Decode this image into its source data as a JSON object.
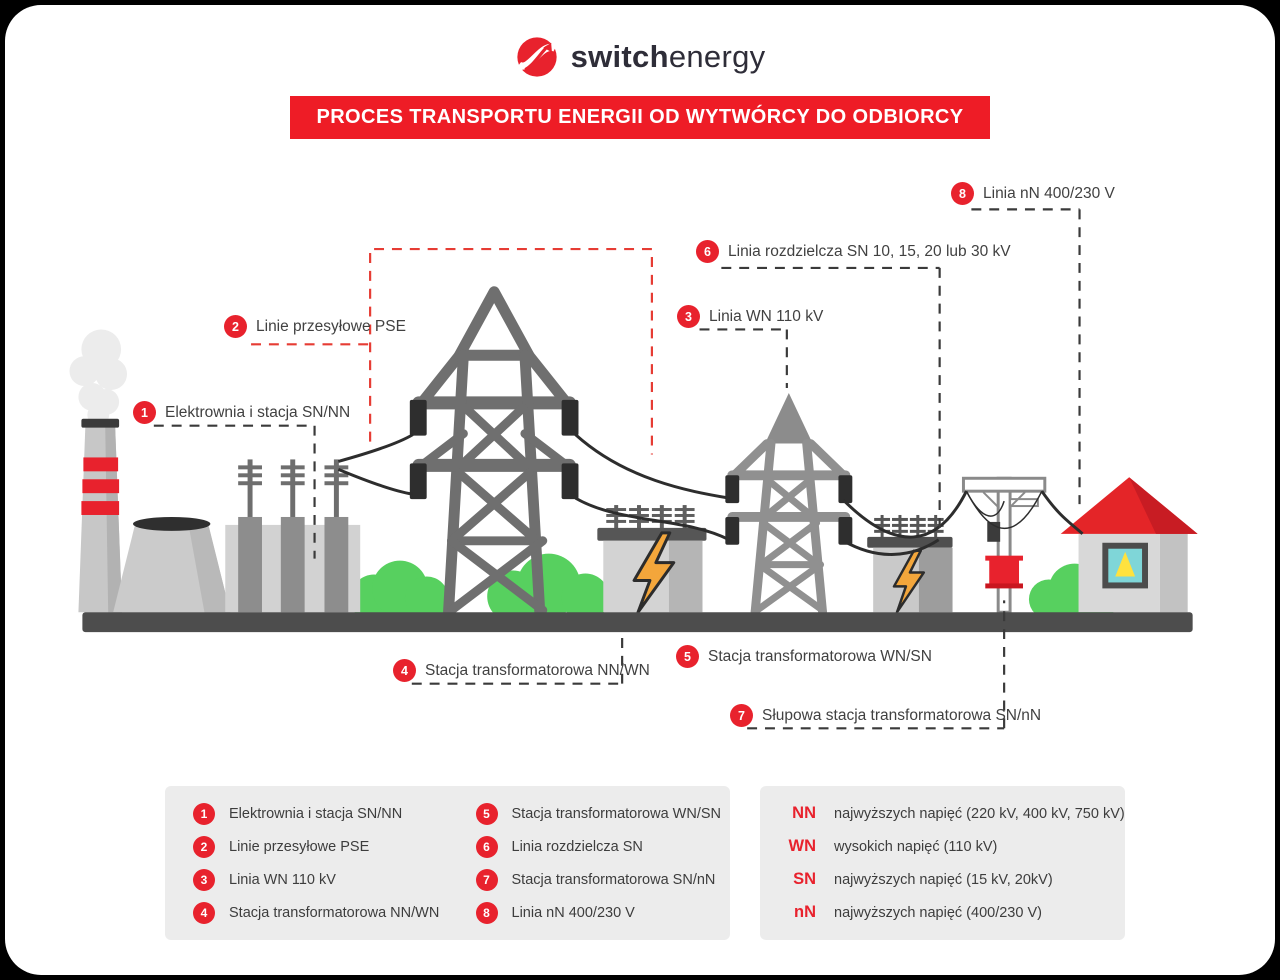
{
  "brand": {
    "logo_icon": "s-swirl-arrow-icon",
    "name_bold": "switch",
    "name_light": "energy"
  },
  "banner": {
    "title": "PROCES TRANSPORTU ENERGII OD WYTWÓRCY DO ODBIORCY"
  },
  "callouts": [
    {
      "num": "1",
      "label": "Elektrownia i stacja SN/NN"
    },
    {
      "num": "2",
      "label": "Linie przesyłowe PSE"
    },
    {
      "num": "3",
      "label": "Linia WN 110 kV"
    },
    {
      "num": "4",
      "label": "Stacja transformatorowa NN/WN"
    },
    {
      "num": "5",
      "label": "Stacja transformatorowa WN/SN"
    },
    {
      "num": "6",
      "label": "Linia rozdzielcza SN 10, 15, 20 lub 30 kV"
    },
    {
      "num": "7",
      "label": "Słupowa stacja transformatorowa SN/nN"
    },
    {
      "num": "8",
      "label": "Linia nN 400/230 V"
    }
  ],
  "legend": {
    "items": [
      {
        "num": "1",
        "label": "Elektrownia i stacja SN/NN"
      },
      {
        "num": "2",
        "label": "Linie przesyłowe PSE"
      },
      {
        "num": "3",
        "label": "Linia WN 110 kV"
      },
      {
        "num": "4",
        "label": "Stacja transformatorowa NN/WN"
      },
      {
        "num": "5",
        "label": "Stacja transformatorowa WN/SN"
      },
      {
        "num": "6",
        "label": "Linia rozdzielcza SN"
      },
      {
        "num": "7",
        "label": "Stacja transformatorowa SN/nN"
      },
      {
        "num": "8",
        "label": "Linia nN 400/230 V"
      }
    ]
  },
  "abbreviations": [
    {
      "abbr": "NN",
      "desc": "najwyższych napięć (220 kV, 400 kV, 750 kV)"
    },
    {
      "abbr": "WN",
      "desc": "wysokich napięć (110 kV)"
    },
    {
      "abbr": "SN",
      "desc": "najwyższych napięć (15 kV, 20kV)"
    },
    {
      "abbr": "nN",
      "desc": "najwyższych napięć (400/230 V)"
    }
  ],
  "colors": {
    "accent_red": "#e8222d",
    "banner_red": "#ee1c26",
    "dash_red": "#e63c34",
    "dash_black": "#3a3a3a",
    "ground_gray": "#4d4d4d",
    "pylon_gray_large": "#6f6f6f",
    "pylon_gray_medium": "#909090",
    "bush_green": "#57d05f",
    "bolt_orange": "#f3a63b",
    "window_teal": "#7fd6d8",
    "lamp_yellow": "#ffe23e",
    "roof_red": "#e42528"
  }
}
